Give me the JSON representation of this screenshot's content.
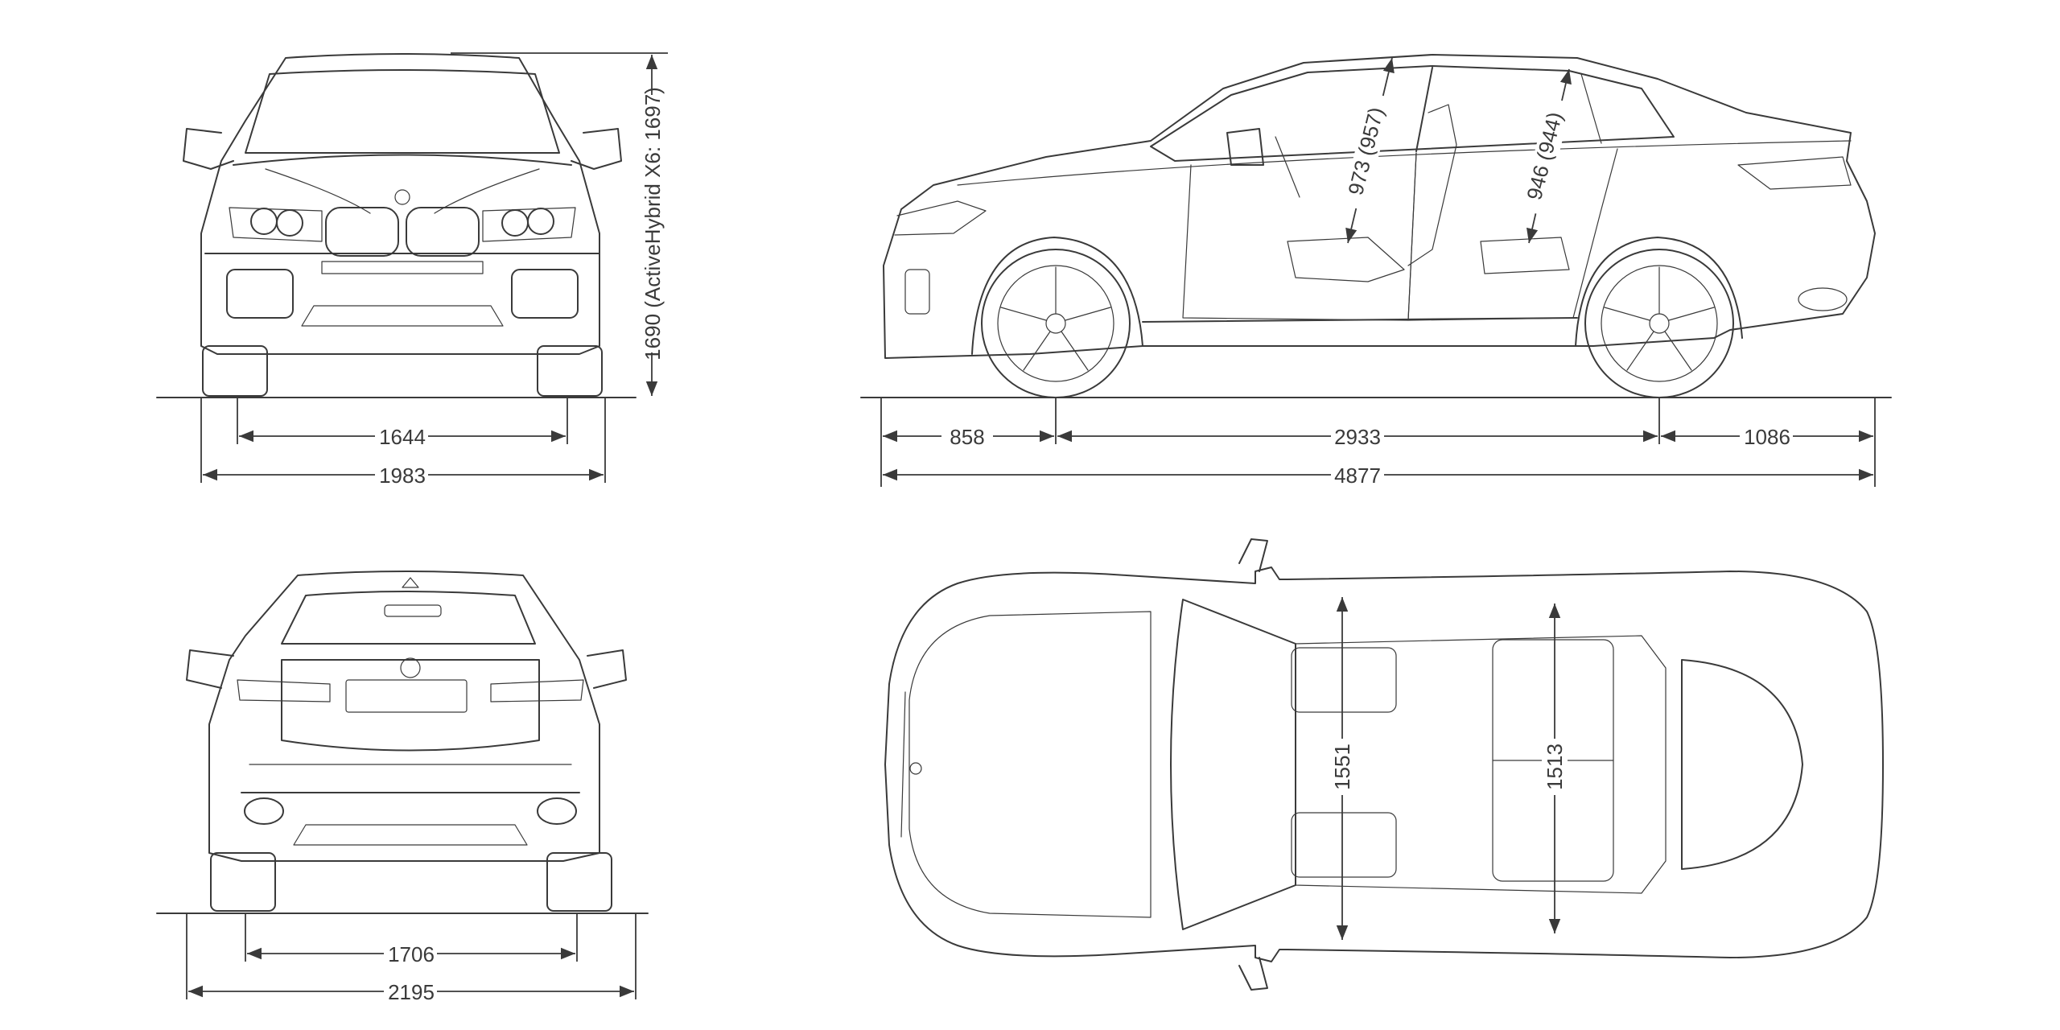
{
  "views": {
    "front": {
      "track": "1644",
      "width": "1983",
      "height": "1690 (ActiveHybrid X6: 1697)"
    },
    "side": {
      "front_overhang": "858",
      "wheelbase": "2933",
      "rear_overhang": "1086",
      "length": "4877",
      "front_headroom": "973 (957)",
      "rear_headroom": "946 (944)"
    },
    "rear": {
      "track": "1706",
      "width_mirrors": "2195"
    },
    "top": {
      "front_interior_width": "1551",
      "rear_interior_width": "1513"
    }
  },
  "colors": {
    "line": "#3a3a3a",
    "background": "#ffffff"
  }
}
